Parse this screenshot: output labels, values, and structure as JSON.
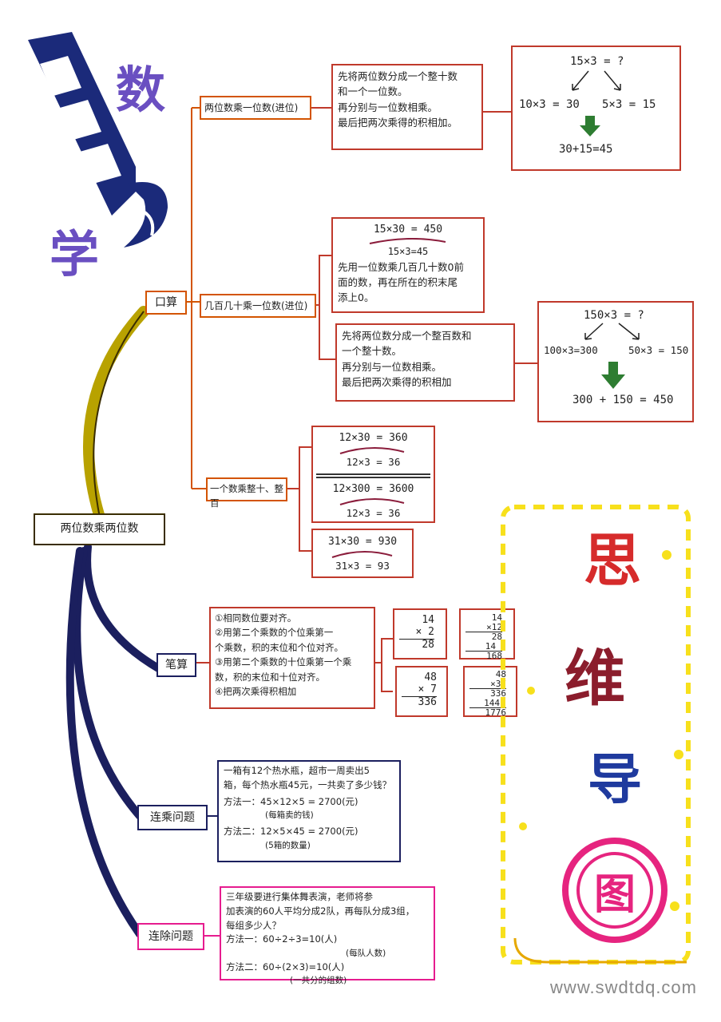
{
  "title": {
    "char1": "数",
    "char2": "学"
  },
  "root": "两位数乘两位数",
  "branches": {
    "oral": "口算",
    "written": "笔算",
    "consecutive_mult": "连乘问题",
    "consecutive_div": "连除问题"
  },
  "oral": {
    "sub1": {
      "label": "两位数乘一位数(进位)",
      "text": [
        "先将两位数分成一个整十数",
        "和一个一位数。",
        "再分别与一位数相乘。",
        "最后把两次乘得的积相加。"
      ],
      "example": {
        "top": "15×3 = ?",
        "left": "10×3 = 30",
        "right": "5×3 = 15",
        "result": "30+15=45"
      }
    },
    "sub2": {
      "label": "几百几十乘一位数(进位)",
      "ex_top": "15×30 = 450",
      "ex_bottom": "15×3=45",
      "text1": [
        "先用一位数乘几百几十数0前",
        "面的数，再在所在的积末尾",
        "添上0。"
      ],
      "text2": [
        "先将两位数分成一个整百数和",
        "一个整十数。",
        "再分别与一位数相乘。",
        "最后把两次乘得的积相加"
      ],
      "example": {
        "top": "150×3 = ?",
        "left": "100×3=300",
        "right": "50×3 = 150",
        "result": "300 + 150 = 450"
      }
    },
    "sub3": {
      "label": "一个数乘整十、整百",
      "ex1_top": "12×30 = 360",
      "ex1_bottom": "12×3 = 36",
      "ex2_top": "12×300 = 3600",
      "ex2_bottom": "12×3 = 36",
      "ex3_top": "31×30 = 930",
      "ex3_bottom": "31×3 = 93"
    }
  },
  "written": {
    "rules": [
      "①相同数位要对齐。",
      "②用第二个乘数的个位乘第一",
      "个乘数，积的末位和个位对齐。",
      "③用第二个乘数的十位乘第一个乘",
      "数，积的末位和十位对齐。",
      "④把两次乘得积相加"
    ],
    "calc1": [
      "14",
      "×  2",
      "28"
    ],
    "calc2": [
      "14",
      "×12",
      "28",
      "14",
      "168"
    ],
    "calc3": [
      "48",
      "×  7",
      "336"
    ],
    "calc4": [
      "48",
      "×37",
      "336",
      "144",
      "1776"
    ]
  },
  "mult_problem": {
    "text": [
      "一箱有12个热水瓶，超市一周卖出5",
      "箱，每个热水瓶45元，一共卖了多少钱？"
    ],
    "method1": "方法一：45×12×5 = 2700(元)",
    "note1": "(每箱卖的钱)",
    "method2": "方法二：12×5×45 = 2700(元)",
    "note2": "(5箱的数量)"
  },
  "div_problem": {
    "text": [
      "三年级要进行集体舞表演，老师将参",
      "加表演的60人平均分成2队，再每队分成3组，",
      "每组多少人？"
    ],
    "method1": "方法一：60÷2÷3=10(人)",
    "note1": "(每队人数)",
    "method2": "方法二：60÷(2×3)=10(人)",
    "note2": "(一共分的组数)"
  },
  "side_title": [
    "思",
    "维",
    "导",
    "图"
  ],
  "watermark": "www.swdtdq.com",
  "colors": {
    "title": "#6a4fc1",
    "red_border": "#c0392b",
    "orange_border": "#d35400",
    "navy": "#1b1f5e",
    "magenta": "#e61c8f",
    "gold_stem": "#b8a200",
    "arrow_green": "#2e7d32",
    "side_red": "#d62b2b",
    "side_maroon": "#8b1d2c",
    "side_blue": "#1f3a9e",
    "side_pink": "#e6247f",
    "frame_yellow": "#f7e01c"
  }
}
